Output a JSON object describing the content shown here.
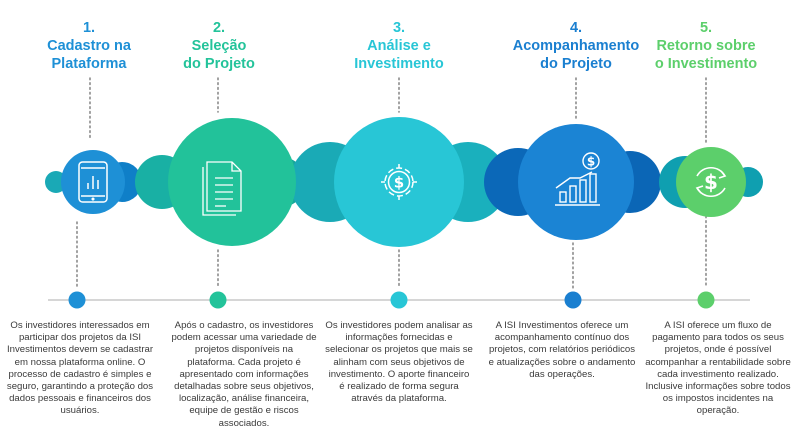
{
  "colors": {
    "step1": "#1e90d6",
    "step2": "#23c39a",
    "step3": "#28c6d6",
    "step4": "#1a7fd0",
    "step5": "#5ccf6b",
    "timeline": "#c8c8c8",
    "dots": "#8a8a8a"
  },
  "steps": [
    {
      "number": "1.",
      "title_lines": [
        "Cadastro na",
        "Plataforma"
      ],
      "icon": "tablet-chart-icon",
      "description": "Os investidores interessados em participar dos projetos da ISI Investimentos devem se cadastrar em nossa plataforma online. O processo de cadastro é simples e seguro, garantindo a proteção dos dados pessoais e financeiros dos usuários."
    },
    {
      "number": "2.",
      "title_lines": [
        "Seleção",
        "do Projeto"
      ],
      "icon": "document-list-icon",
      "description": "Após o cadastro, os investidores podem acessar uma variedade de projetos disponíveis na plataforma. Cada projeto é apresentado com informações detalhadas sobre seus objetivos, localização, análise financeira, equipe de gestão e riscos associados."
    },
    {
      "number": "3.",
      "title_lines": [
        "Análise e",
        "Investimento"
      ],
      "icon": "gear-dollar-icon",
      "description": "Os investidores podem analisar as informações fornecidas e selecionar os projetos que mais se alinham com seus objetivos de investimento. O aporte financeiro é realizado de forma segura através da plataforma."
    },
    {
      "number": "4.",
      "title_lines": [
        "Acompanhamento",
        "do Projeto"
      ],
      "icon": "growth-chart-dollar-icon",
      "description": "A ISI Investimentos oferece um acompanhamento contínuo dos projetos, com relatórios periódicos e atualizações sobre o andamento das operações."
    },
    {
      "number": "5.",
      "title_lines": [
        "Retorno sobre",
        "o Investimento"
      ],
      "icon": "dollar-cycle-icon",
      "description": "A ISI oferece um fluxo de pagamento para todos os seus projetos, onde é possível acompanhar a rentabilidade sobre cada investimento realizado. Inclusive informações sobre todos os impostos incidentes na operação."
    }
  ]
}
